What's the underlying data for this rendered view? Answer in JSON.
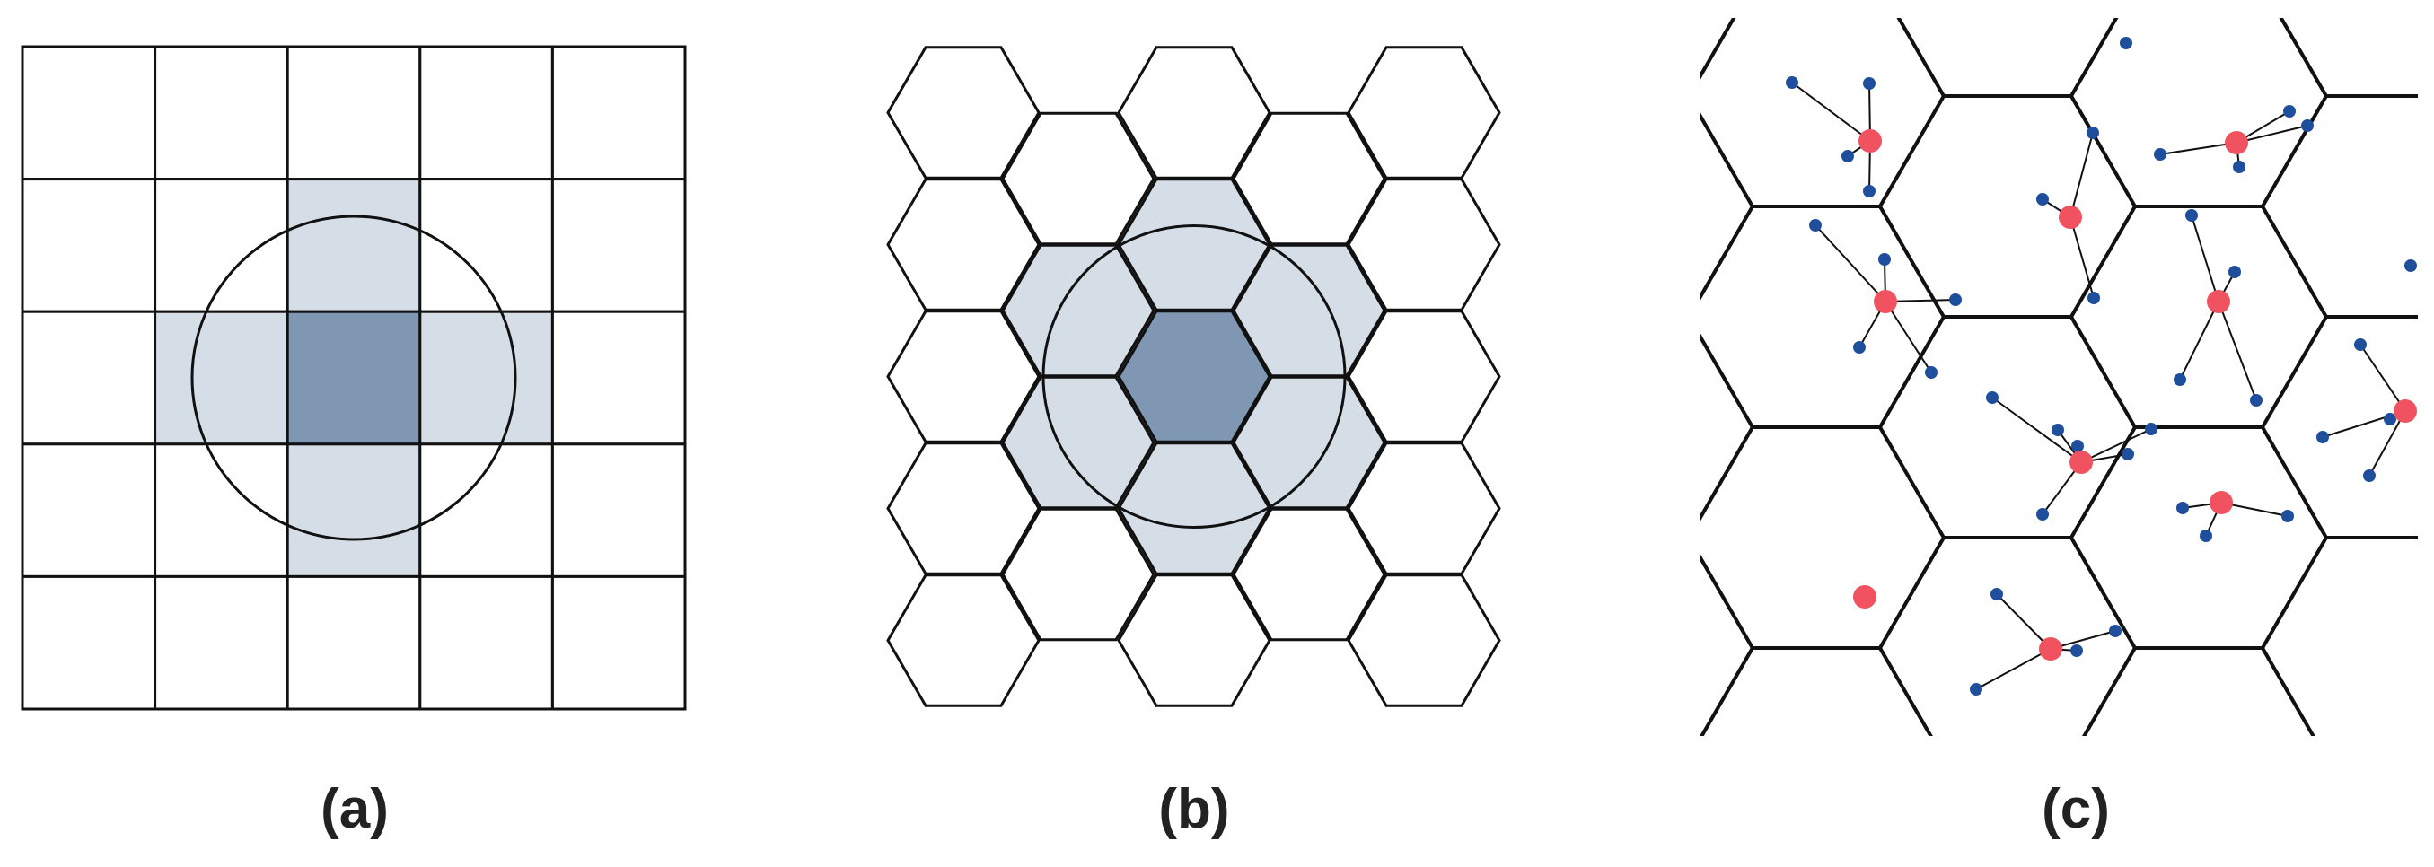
{
  "figure": {
    "panels": [
      {
        "id": "a",
        "label": "(a)",
        "grid": "square",
        "rows": 5,
        "cols": 5,
        "center_cell": [
          2,
          2
        ],
        "neighbors": "von-neumann"
      },
      {
        "id": "b",
        "label": "(b)",
        "grid": "hexagonal",
        "center_cell": "middle",
        "neighbors": "6-adjacent"
      },
      {
        "id": "c",
        "label": "(c)",
        "grid": "hexagonal",
        "content": "cluster-centers-with-member-points"
      }
    ],
    "colors": {
      "center_cell": "#7f97b3",
      "neighbor_cell": "#d5dee7",
      "grid_line": "#111111",
      "cluster_center": "#f0525f",
      "member_point": "#1f4f9c"
    }
  }
}
